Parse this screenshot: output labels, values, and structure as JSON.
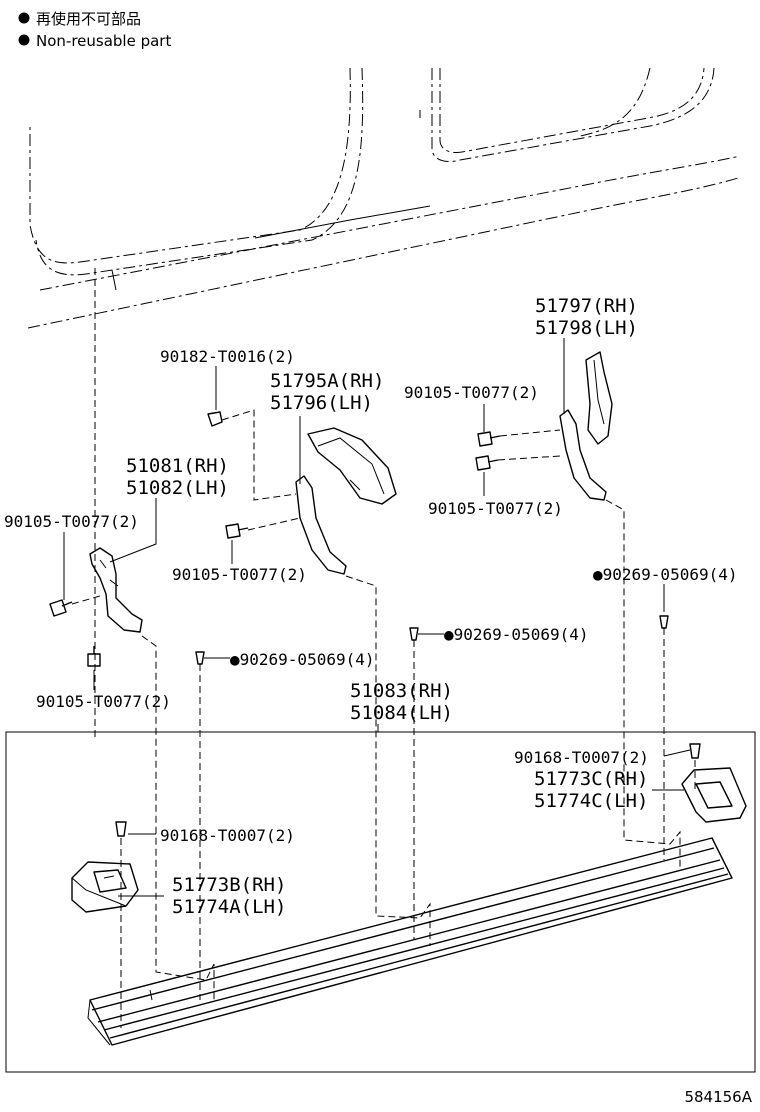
{
  "legend": {
    "items": [
      {
        "symbol": "●",
        "text": "再使用不可部品"
      },
      {
        "symbol": "●",
        "text": "Non-reusable part"
      }
    ]
  },
  "callouts": {
    "c01": "90182-T0016(2)",
    "c02a": "51795A(RH)",
    "c02b": "51796(LH)",
    "c03a": "51797(RH)",
    "c03b": "51798(LH)",
    "c04": "90105-T0077(2)",
    "c05": "90105-T0077(2)",
    "c06a": "51081(RH)",
    "c06b": "51082(LH)",
    "c07": "90105-T0077(2)",
    "c08": "90105-T0077(2)",
    "c09": "●90269-05069(4)",
    "c10": "●90269-05069(4)",
    "c11": "90105-T0077(2)",
    "c12": "●90269-05069(4)",
    "c13a": "51083(RH)",
    "c13b": "51084(LH)",
    "c14": "90168-T0007(2)",
    "c15a": "51773C(RH)",
    "c15b": "51774C(LH)",
    "c16": "90168-T0007(2)",
    "c17a": "51773B(RH)",
    "c17b": "51774A(LH)"
  },
  "reference": "584156A"
}
